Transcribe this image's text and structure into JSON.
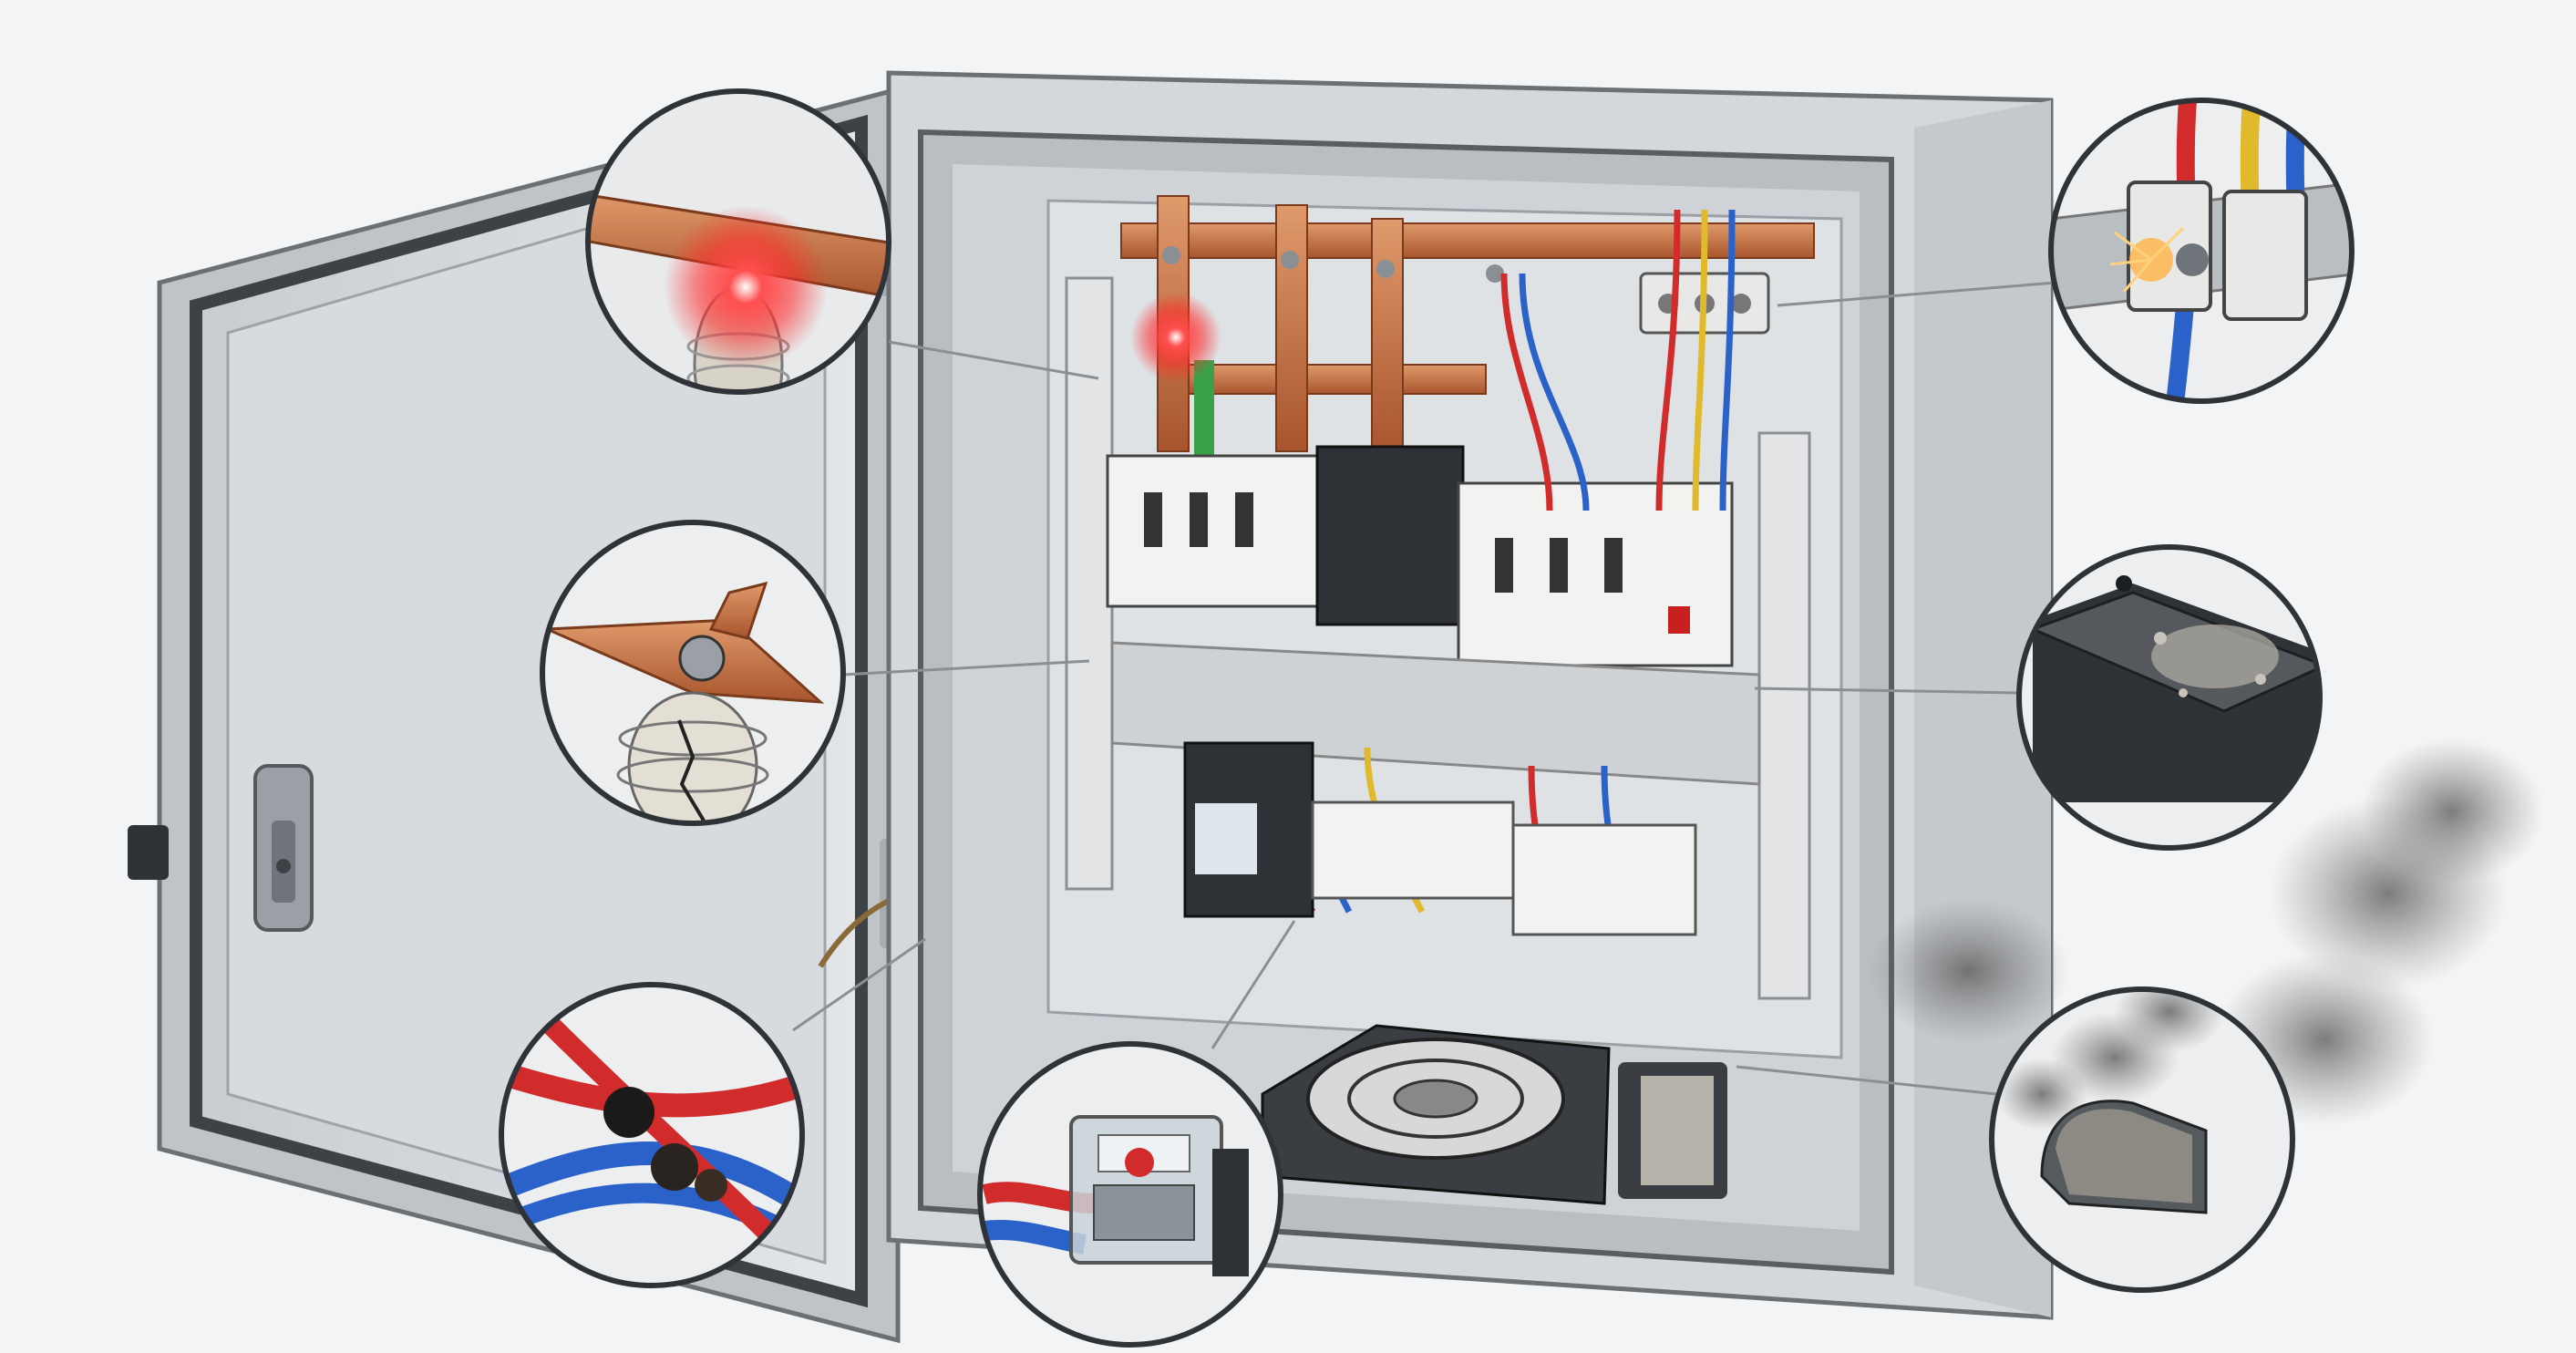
{
  "illustration": {
    "subject": "open-electrical-enclosure",
    "callouts": [
      {
        "id": "busbar-hotspot",
        "icon": "hotspot-glow-icon"
      },
      {
        "id": "cracked-insulator",
        "icon": "cracked-insulator-icon"
      },
      {
        "id": "burnt-wires",
        "icon": "burnt-wire-icon"
      },
      {
        "id": "faulty-relay",
        "icon": "relay-icon"
      },
      {
        "id": "sparking-terminal",
        "icon": "spark-icon"
      },
      {
        "id": "dusty-surface",
        "icon": "dust-icon"
      },
      {
        "id": "smoking-filter",
        "icon": "smoke-icon"
      }
    ]
  },
  "colors": {
    "background": "#f3f4f5",
    "enclosure": "#d4d8dc",
    "copper": "#c06a3e",
    "hotspot": "#ff2a2a",
    "wire_red": "#d22b2b",
    "wire_blue": "#2a62c9",
    "wire_yellow": "#e0b92c",
    "smoke": "#5a5a5a"
  }
}
